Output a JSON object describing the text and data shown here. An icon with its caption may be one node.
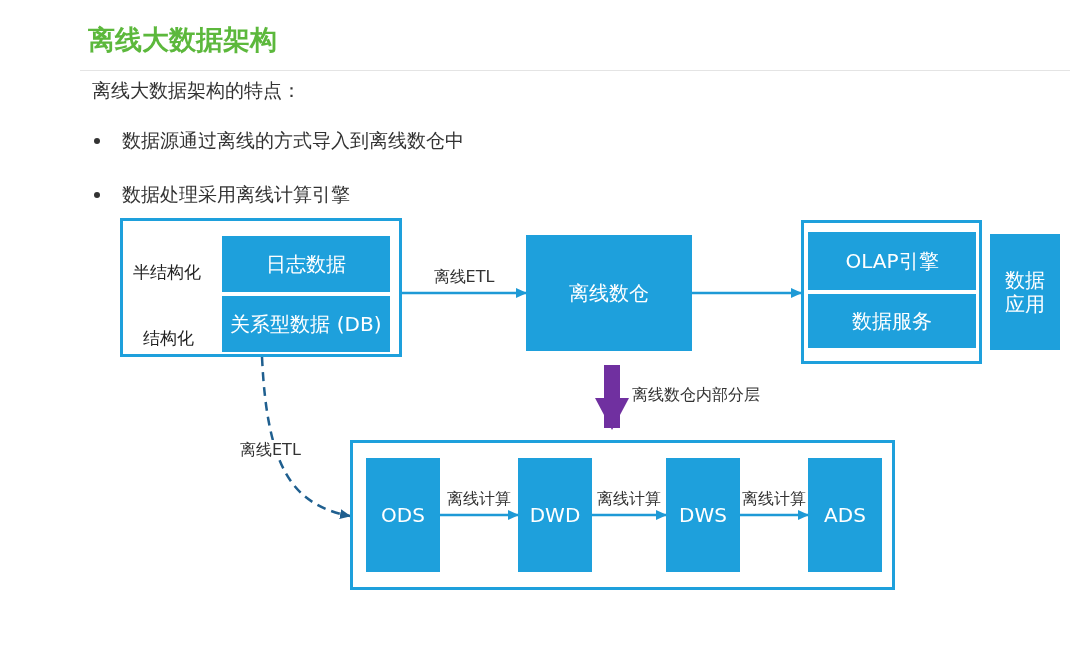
{
  "diagram": {
    "title": "离线大数据架构",
    "nodes": [
      {
        "text": [
          "半结构化",
          "结构化"
        ]
      },
      {
        "text": [
          "日志数据"
        ],
        "in": 0
      },
      {
        "text": [
          "关系型数据 (DB)"
        ],
        "in": 0
      },
      {
        "text": [
          "离线数仓"
        ]
      },
      {
        "text": [],
        "shape": "box"
      },
      {
        "text": [
          "OLAP引擎"
        ],
        "in": 4
      },
      {
        "text": [
          "数据服务"
        ],
        "in": 4
      },
      {
        "text": [
          "数据应用"
        ]
      },
      {
        "text": [],
        "shape": "box"
      },
      {
        "text": [
          "ODS"
        ],
        "in": 8
      },
      {
        "text": [
          "DWD"
        ],
        "in": 8
      },
      {
        "text": [
          "DWS"
        ],
        "in": 8
      },
      {
        "text": [
          "ADS"
        ],
        "in": 8
      }
    ],
    "edges": [
      {
        "from": 0,
        "to": 3,
        "arrow": "to",
        "label": "离线ETL"
      },
      {
        "from": 3,
        "to": 4,
        "arrow": "to"
      },
      {
        "from": 3,
        "to": 8,
        "arrow": "to",
        "label": "离线数仓内部分层",
        "style": "thick",
        "color": "#7030a0"
      },
      {
        "from": 0,
        "to": 8,
        "arrow": "to",
        "label": "离线ETL",
        "style": "dashed",
        "color": "#1f5f8f"
      },
      {
        "from": 9,
        "to": 10,
        "arrow": "to",
        "label": "离线计算"
      },
      {
        "from": 10,
        "to": 11,
        "arrow": "to",
        "label": "离线计算"
      },
      {
        "from": 11,
        "to": 12,
        "arrow": "to",
        "label": "离线计算"
      }
    ],
    "labels": [
      "离线大数据架构的特点：",
      "数据源通过离线的方式导入到离线数仓中",
      "数据处理采用离线计算引擎"
    ]
  }
}
